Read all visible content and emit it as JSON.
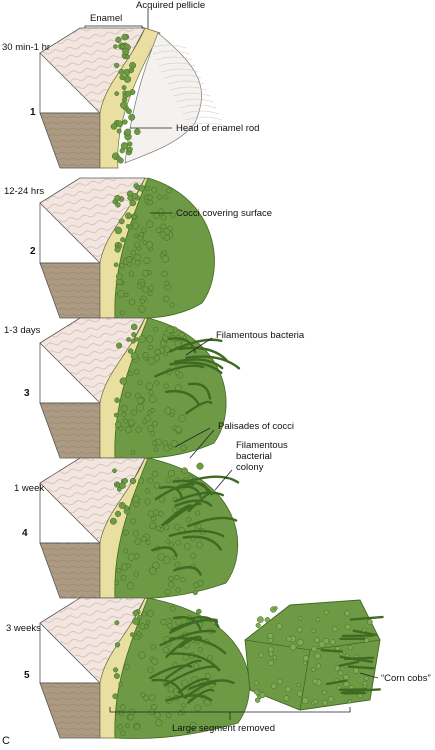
{
  "figure_letter": "C",
  "top_labels": {
    "enamel": "Enamel",
    "pellicle": "Acquired pellicle"
  },
  "stages": [
    {
      "number": "1",
      "time": "30 min-1 hr",
      "label": "Head of enamel rod"
    },
    {
      "number": "2",
      "time": "12-24 hrs",
      "label": "Cocci covering surface"
    },
    {
      "number": "3",
      "time": "1-3 days",
      "label": "Filamentous bacteria"
    },
    {
      "number": "4",
      "time": "1 week",
      "label_a": "Palisades of cocci",
      "label_b": "Filamentous\nbacterial\ncolony"
    },
    {
      "number": "5",
      "time": "3 weeks",
      "label": "“Corn cobs”"
    }
  ],
  "bottom_label": "Large segment removed",
  "colors": {
    "enamel_top": "#f3e6e0",
    "enamel_side": "#ad9a82",
    "pellicle": "#e9dfa0",
    "bacteria": "#6e9a45",
    "bacteria_dark": "#3f6a22"
  }
}
